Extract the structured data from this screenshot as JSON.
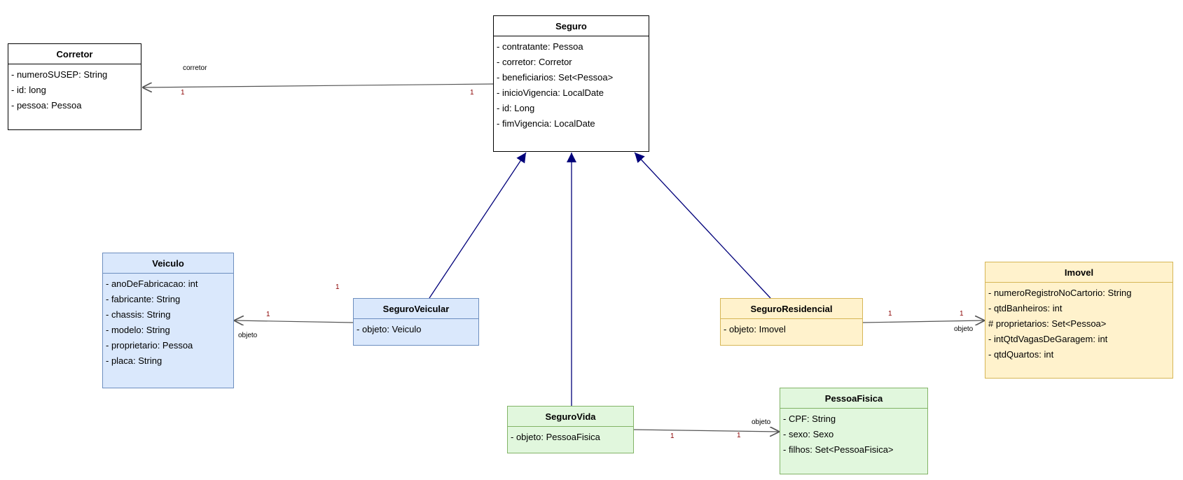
{
  "classes": {
    "corretor": {
      "name": "Corretor",
      "attrs": [
        "- numeroSUSEP: String",
        "- id: long",
        "- pessoa: Pessoa"
      ]
    },
    "seguro": {
      "name": "Seguro",
      "attrs": [
        "- contratante: Pessoa",
        "- corretor: Corretor",
        "- beneficiarios: Set<Pessoa>",
        "- inicioVigencia: LocalDate",
        "- id: Long",
        "- fimVigencia: LocalDate"
      ]
    },
    "veiculo": {
      "name": "Veiculo",
      "attrs": [
        "- anoDeFabricacao: int",
        "- fabricante: String",
        "- chassis: String",
        "- modelo: String",
        "- proprietario: Pessoa",
        "- placa: String"
      ]
    },
    "seguroVeicular": {
      "name": "SeguroVeicular",
      "attrs": [
        "- objeto: Veiculo"
      ]
    },
    "seguroResidencial": {
      "name": "SeguroResidencial",
      "attrs": [
        "- objeto: Imovel"
      ]
    },
    "imovel": {
      "name": "Imovel",
      "attrs": [
        "- numeroRegistroNoCartorio: String",
        "- qtdBanheiros: int",
        "# proprietarios: Set<Pessoa>",
        "- intQtdVagasDeGaragem: int",
        "- qtdQuartos: int"
      ]
    },
    "seguroVida": {
      "name": "SeguroVida",
      "attrs": [
        "- objeto: PessoaFisica"
      ]
    },
    "pessoaFisica": {
      "name": "PessoaFisica",
      "attrs": [
        "- CPF: String",
        "- sexo: Sexo",
        "- filhos: Set<PessoaFisica>"
      ]
    }
  },
  "associations": {
    "corretor": {
      "role": "corretor",
      "source_mult": "1",
      "target_mult": "1"
    },
    "veiculo": {
      "role": "objeto",
      "source_mult": "1",
      "target_mult": "1"
    },
    "imovel": {
      "role": "objeto",
      "source_mult": "1",
      "target_mult": "1"
    },
    "pessoaFisica": {
      "role": "objeto",
      "source_mult": "1",
      "target_mult": "1"
    }
  },
  "colors": {
    "inheritance_line": "#00007a",
    "association_line": "#555555",
    "multiplicity_text": "#8b0000",
    "blue_fill": "#dae8fc",
    "yellow_fill": "#fff2cc",
    "green_fill": "#e1f7dd"
  }
}
